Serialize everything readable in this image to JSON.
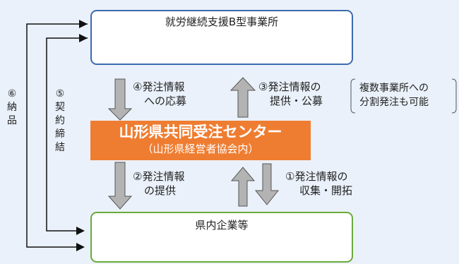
{
  "top_box": {
    "title": "就労継続支援B型事業所",
    "icon": "facility-with-wheelchair-icon"
  },
  "center": {
    "title": "山形県共同受注センター",
    "subtitle": "（山形県経営者協会内）"
  },
  "bottom_box": {
    "title": "県内企業等",
    "icon": "factory-icon"
  },
  "steps": {
    "s1": {
      "line1": "①発注情報の",
      "line2": "収集・開拓"
    },
    "s2": {
      "line1": "②発注情報",
      "line2": "の提供"
    },
    "s3": {
      "line1": "③発注情報の",
      "line2": "提供・公募"
    },
    "s4": {
      "line1": "④発注情報",
      "line2": "への応募"
    },
    "s5": {
      "num": "⑤",
      "chars": [
        "契",
        "約",
        "締",
        "結"
      ]
    },
    "s6": {
      "num": "⑥",
      "chars": [
        "納",
        "品"
      ]
    }
  },
  "note": {
    "line1": "複数事業所への",
    "line2": "分割発注も可能"
  },
  "colors": {
    "top_border": "#3d6ab0",
    "bottom_border": "#6aaa3a",
    "center_fill": "#ef7d31",
    "arrow_fill": "#b3b3b3"
  }
}
